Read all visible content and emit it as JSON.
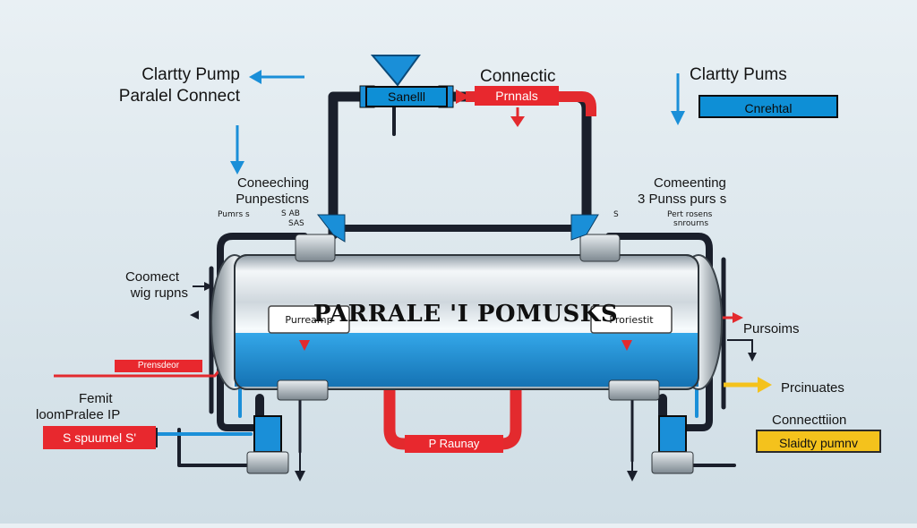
{
  "labels": {
    "top_left_line1": "Clartty Pump",
    "top_left_line2": "Paralel Connect",
    "top_center": "Connectic",
    "top_right": "Clartty Pums",
    "mid_left_line1": "Coneeching",
    "mid_left_line2": "Punpesticns",
    "mid_right_line1": "Comeenting",
    "mid_right_line2": "3 Punss purs s",
    "left_side_line1": "Coomect",
    "left_side_line2": "wig rupns",
    "right_side": "Pursoims",
    "right_lower": "Prcinuates",
    "bottom_left_line1": "Femit",
    "bottom_left_line2": "loomPralee IP",
    "bottom_right": "Connecttiion",
    "tank_title": "PARRALE 'I POMUSKS",
    "tank_left": "Purreamp",
    "tank_right": "Proriestit",
    "small_left_1": "Pumrs s",
    "small_left_2": "S AB",
    "small_left_3": "SAS",
    "small_right_1": "S",
    "small_right_2": "Pert rosens",
    "small_right_3": "snrourns"
  },
  "tags": {
    "top_blue": "Sanelll",
    "top_red": "Prnnals",
    "top_right_blue": "Cnrehtal",
    "left_red": "Prensdeor",
    "bottom_left_red": "S spuumel S'",
    "bottom_center_red": "P Raunay",
    "bottom_right_yellow": "Slaidty pumnv"
  },
  "colors": {
    "pipe_dark": "#1a1f2b",
    "pipe_red": "#e32a2e",
    "pipe_blue": "#1a8fd8",
    "tank_blue": "#1f93dc",
    "accent_yellow": "#f4c21c"
  }
}
